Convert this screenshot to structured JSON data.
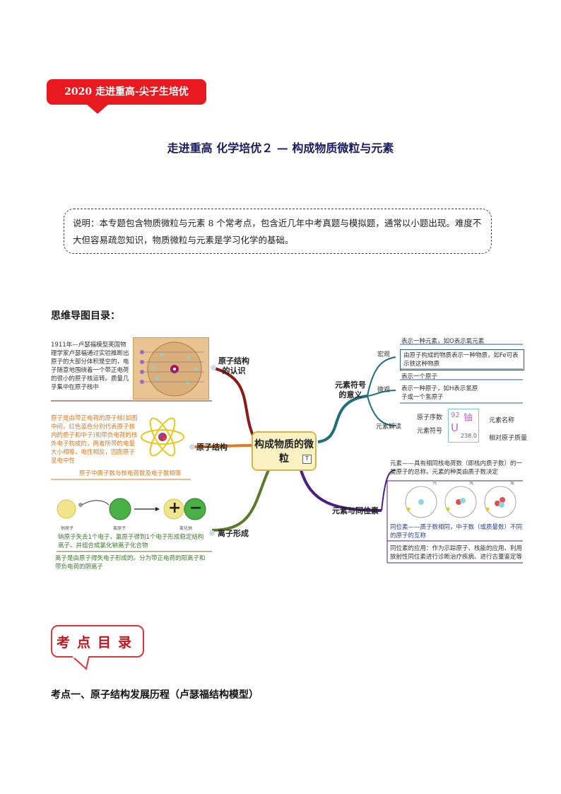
{
  "header": {
    "banner": "2020 走进重高-尖子生培优",
    "title": "走进重高 化学培优２ — 构成物质微粒与元素"
  },
  "note": {
    "text": "说明：本专题包含物质微粒与元素 8 个常考点，包含近几年中考真题与模拟题，通常以小题出现。难度不大但容易疏忽知识，物质微粒与元素是学习化学的基础。"
  },
  "mindmap_heading": "思维导图目录：",
  "mindmap": {
    "center": "构成物质的微粒",
    "center_icon": "T",
    "left": {
      "atom_structure_history": {
        "label": "原子结构的认识",
        "text": "1911年—卢瑟福模型英国物理学家卢瑟福通过实验推断出原子的大部分体积是空的，电子随意地围绕着一个带正电荷的很小的原子核运转。质量几乎集中在原子核中"
      },
      "atom_structure": {
        "label": "原子结构",
        "text": "原子是由带正电荷的原子核(如图中间，红色蓝色分别代表原子核内的质子和中子)和带负电荷的核外电子构成的，两者所带的电量大小相等，电性相反，因而原子呈电中性",
        "note": "原子中质子数与核电荷数及电子数相等"
      },
      "ion_formation": {
        "label": "离子形成",
        "atom_labels": [
          "钠原子",
          "氯原子",
          "氯化钠"
        ],
        "plus": "+",
        "minus": "−",
        "text1": "钠原子失去1个电子，氯原子得到1个电子形成稳定结构离子。并组合成氯化钠离子化合物",
        "text2": "离子是由原子得失电子形成的。分为带正电荷的阳离子和带负电荷的阴离子"
      }
    },
    "right": {
      "symbol_meaning": {
        "label": "元素符号的意义",
        "macro": "宏观",
        "macro_items": [
          "表示一种元素，如O表示氧元素",
          "由原子构成的物质表示一种物质，如Fe可表示铁这种物质"
        ],
        "micro": "微观",
        "micro_items": [
          "表示一个原子",
          "表示一种原子，如H表示氢原子或一个氢原子"
        ],
        "decode": "元素解读",
        "decode_labels": {
          "number": "原子序数",
          "symbol": "元素符号",
          "name": "元素名称",
          "mass": "相对原子质量"
        },
        "sample": {
          "number": "92",
          "name": "铀",
          "symbol": "U",
          "mass": "238.0"
        }
      },
      "isotopes": {
        "label": "元素与同位素",
        "element_def": "元素——具有相同核电荷数（即核内质子数）的一类原子的总称。元素的种类由质子数决定",
        "isotope_names": [
          "氕",
          "氘",
          "氚"
        ],
        "isotope_def": "同位素——质子数相同，中子数（或质量数）不同的原子的互称",
        "isotope_use": "同位素的应用：作为示踪原子、核能的应用、利用放射性同位素进行诊断治疗疾病、进行古董鉴定等"
      }
    }
  },
  "mulu": "考点目录",
  "kaodian1": "考点一、原子结构发展历程（卢瑟福结构模型）",
  "colors": {
    "banner_red": "#e8191f",
    "title_navy": "#1a1a5e",
    "branch_red": "#8b1a1a",
    "branch_orange": "#e07a1f",
    "branch_green": "#5a7a2e",
    "branch_teal": "#1f6f7a",
    "branch_purple": "#4b2080"
  }
}
